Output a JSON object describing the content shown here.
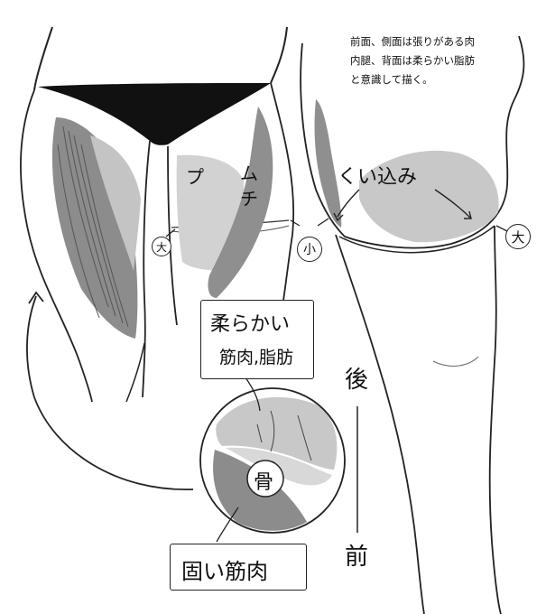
{
  "note": {
    "lines": [
      "前面、側面は張りがある肉",
      "内腿、背面は柔らかい脂肪",
      "と意識して描く。"
    ]
  },
  "labels": {
    "pumi": "プ",
    "mu": "ム",
    "chi": "チ",
    "kuikomi": "くい込み",
    "dai_left": "大",
    "sho": "小",
    "dai_right": "大",
    "yawarakai_1": "柔らかい",
    "yawarakai_2": "筋肉,脂肪",
    "ushiro": "後",
    "mae": "前",
    "hone": "骨",
    "katai": "固い筋肉"
  }
}
